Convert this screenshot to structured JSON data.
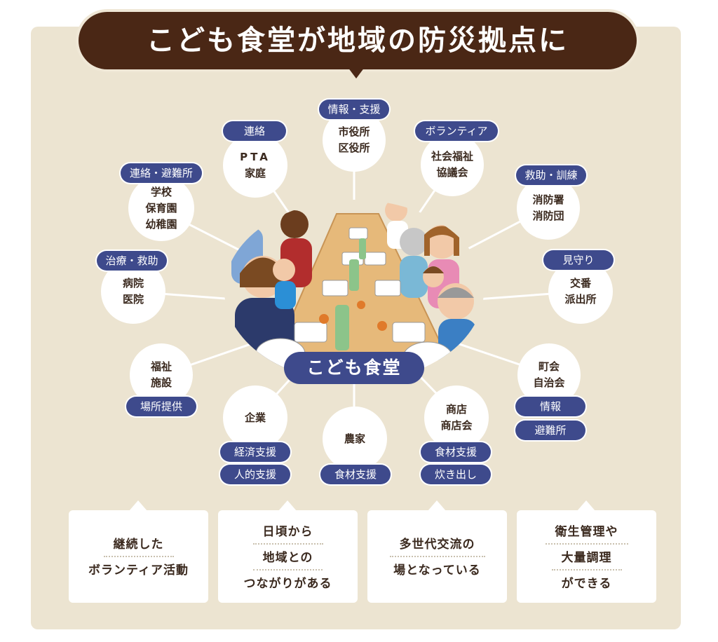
{
  "title": "こども食堂が地域の防災拠点に",
  "center": "こども食堂",
  "colors": {
    "banner": "#4a2715",
    "tag": "#3e4a8c",
    "panel": "#ece4d1"
  },
  "nodes": [
    {
      "lines": [
        "市役所",
        "区役所"
      ],
      "tags": [
        "情報・支援"
      ]
    },
    {
      "lines": [
        "社会福祉",
        "協議会"
      ],
      "tags": [
        "ボランティア"
      ]
    },
    {
      "lines": [
        "消防署",
        "消防団"
      ],
      "tags": [
        "救助・訓練"
      ]
    },
    {
      "lines": [
        "交番",
        "派出所"
      ],
      "tags": [
        "見守り"
      ]
    },
    {
      "lines": [
        "町会",
        "自治会"
      ],
      "tags": [
        "情報",
        "避難所"
      ]
    },
    {
      "lines": [
        "商店",
        "商店会"
      ],
      "tags": [
        "食材支援",
        "炊き出し"
      ]
    },
    {
      "lines": [
        "農家"
      ],
      "tags": [
        "食材支援"
      ]
    },
    {
      "lines": [
        "企業"
      ],
      "tags": [
        "経済支援",
        "人的支援"
      ]
    },
    {
      "lines": [
        "福祉",
        "施設"
      ],
      "tags": [
        "場所提供"
      ]
    },
    {
      "lines": [
        "病院",
        "医院"
      ],
      "tags": [
        "治療・救助"
      ]
    },
    {
      "lines": [
        "学校",
        "保育園",
        "幼稚園"
      ],
      "tags": [
        "連絡・避難所"
      ]
    },
    {
      "lines": [
        "PTA",
        "家庭"
      ],
      "tags": [
        "連絡"
      ]
    }
  ],
  "cards": [
    {
      "lines": [
        "継続した",
        "ボランティア活動"
      ]
    },
    {
      "lines": [
        "日頃から",
        "地域との",
        "つながりがある"
      ]
    },
    {
      "lines": [
        "多世代交流の",
        "場となっている"
      ]
    },
    {
      "lines": [
        "衛生管理や",
        "大量調理",
        "ができる"
      ]
    }
  ]
}
